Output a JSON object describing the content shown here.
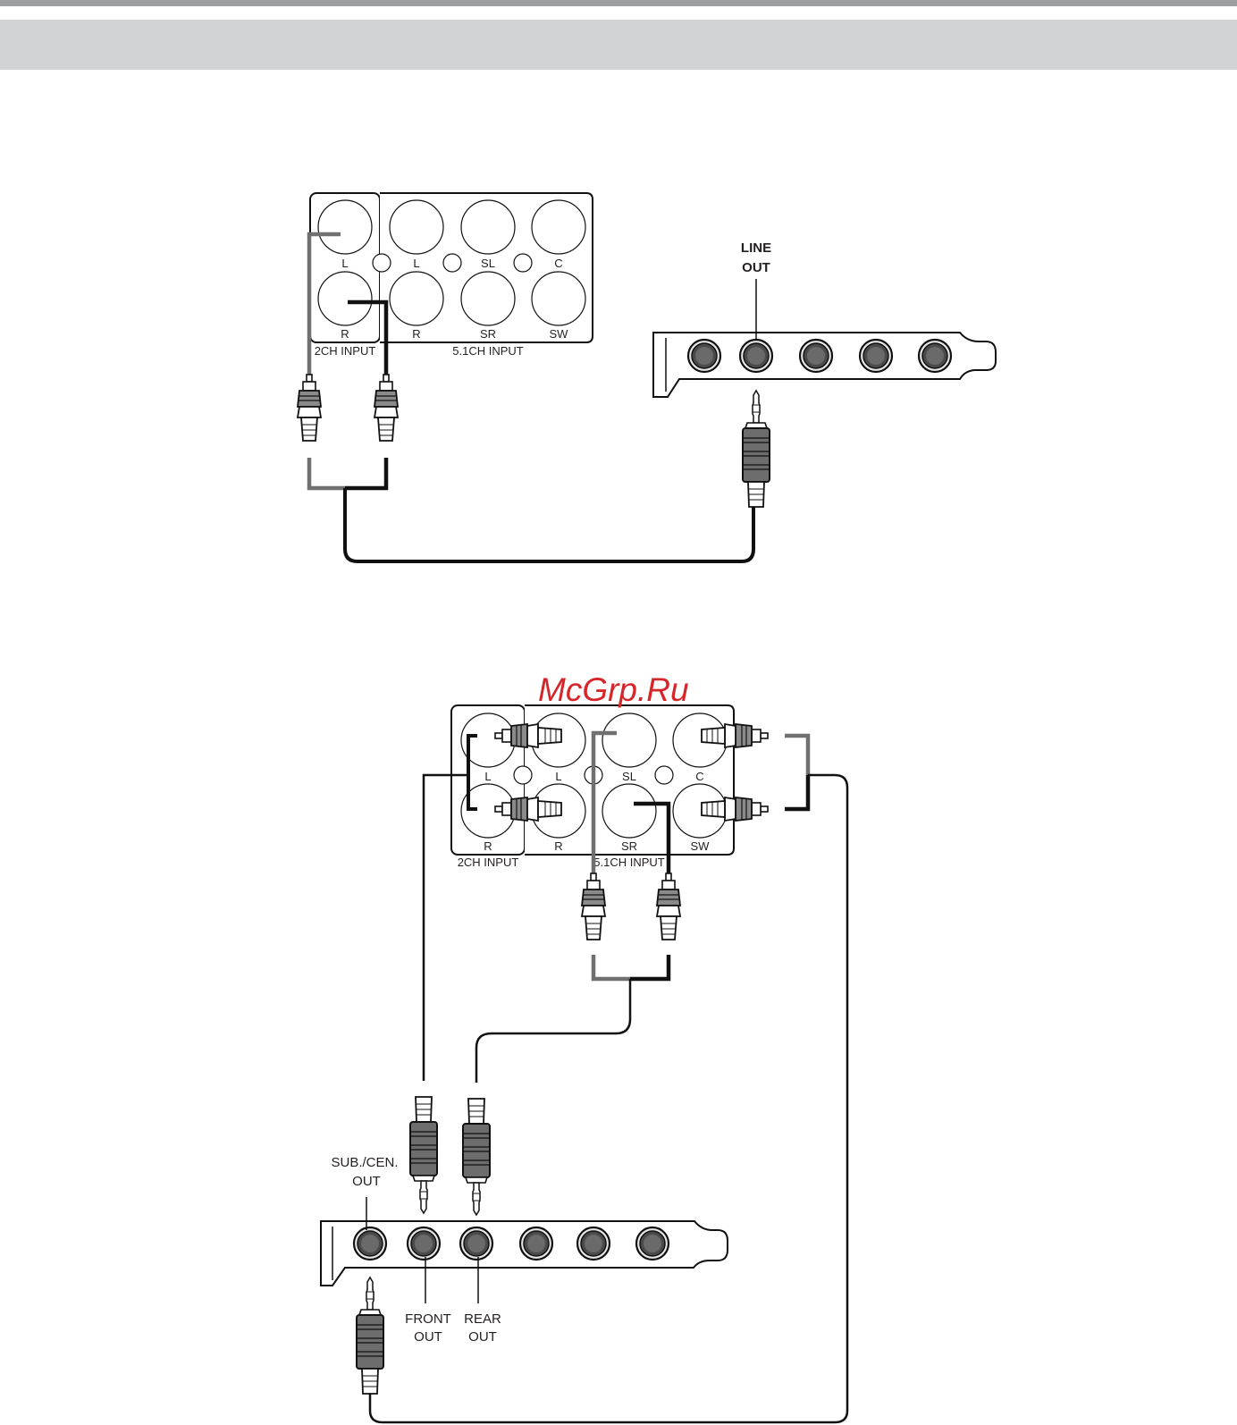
{
  "watermark": "McGrp.Ru",
  "diagram1": {
    "panel": {
      "group_2ch": "2CH INPUT",
      "group_51ch": "5.1CH INPUT",
      "jacks_2ch": [
        "L",
        "R"
      ],
      "jacks_51_top": [
        "L",
        "SL",
        "C"
      ],
      "jacks_51_bottom": [
        "R",
        "SR",
        "SW"
      ]
    },
    "card": {
      "callout_line1": "LINE",
      "callout_line2": "OUT"
    }
  },
  "diagram2": {
    "panel": {
      "group_2ch": "2CH INPUT",
      "group_51ch": "5.1CH INPUT",
      "jacks_2ch": [
        "L",
        "R"
      ],
      "jacks_51_top": [
        "L",
        "SL",
        "C"
      ],
      "jacks_51_bottom": [
        "R",
        "SR",
        "SW"
      ]
    },
    "card": {
      "sub_line1": "SUB./CEN.",
      "sub_line2": "OUT",
      "front_line1": "FRONT",
      "front_line2": "OUT",
      "rear_line1": "REAR",
      "rear_line2": "OUT"
    }
  },
  "colors": {
    "cable_black": "#111111",
    "cable_gray": "#707070",
    "header_band": "#d2d3d5",
    "watermark": "#d7262a"
  }
}
